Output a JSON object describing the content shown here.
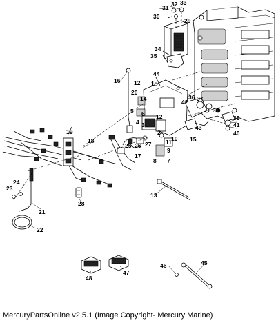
{
  "footer": {
    "text": "MercuryPartsOnline v2.5.1 (Image Copyright- Mercury Marine)"
  },
  "callouts": [
    "1",
    "2",
    "3",
    "4",
    "5",
    "6",
    "7",
    "8",
    "9",
    "10",
    "11",
    "12",
    "13",
    "14",
    "15",
    "16",
    "17",
    "18",
    "19",
    "20",
    "21",
    "22",
    "23",
    "24",
    "25",
    "26",
    "27",
    "28",
    "29",
    "30",
    "31",
    "32",
    "33",
    "34",
    "35",
    "36",
    "37",
    "38",
    "39",
    "40",
    "41",
    "42",
    "43",
    "44",
    "45",
    "46",
    "47",
    "48"
  ]
}
